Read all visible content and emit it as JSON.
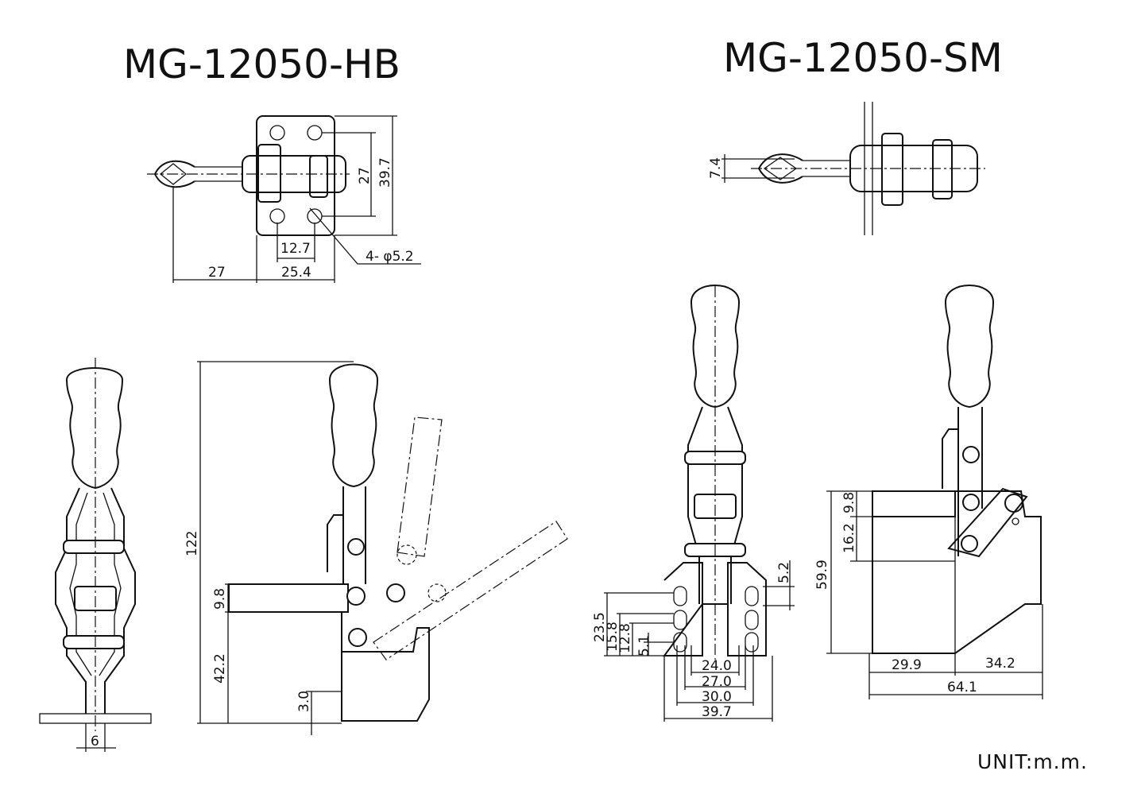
{
  "titles": {
    "left": "MG-12050-HB",
    "right": "MG-12050-SM"
  },
  "unit_label": "UNIT:m.m.",
  "hb_top_view": {
    "dims": {
      "width_27": "27",
      "height_39_7": "39.7",
      "pitch_12_7": "12.7",
      "hole_note": "4- φ5.2",
      "handle_27": "27",
      "base_25_4": "25.4"
    }
  },
  "hb_front_view": {
    "dims": {
      "foot_6": "6"
    }
  },
  "hb_side_view": {
    "dims": {
      "height_122": "122",
      "bar_9_8": "9.8",
      "base_42_2": "42.2",
      "plate_3_0": "3.0"
    }
  },
  "sm_top_view": {
    "dims": {
      "offset_7_4": "7.4"
    }
  },
  "sm_front_view": {
    "dims": {
      "slot_5_2": "5.2",
      "h_23_5": "23.5",
      "h_15_8": "15.8",
      "h_12_8": "12.8",
      "h_5_1": "5.1",
      "w_24_0": "24.0",
      "w_27_0": "27.0",
      "w_30_0": "30.0",
      "w_39_7": "39.7"
    }
  },
  "sm_side_view": {
    "dims": {
      "bar_9_8": "9.8",
      "h_16_2": "16.2",
      "h_59_9": "59.9",
      "w_29_9": "29.9",
      "w_34_2": "34.2",
      "w_64_1": "64.1"
    }
  }
}
